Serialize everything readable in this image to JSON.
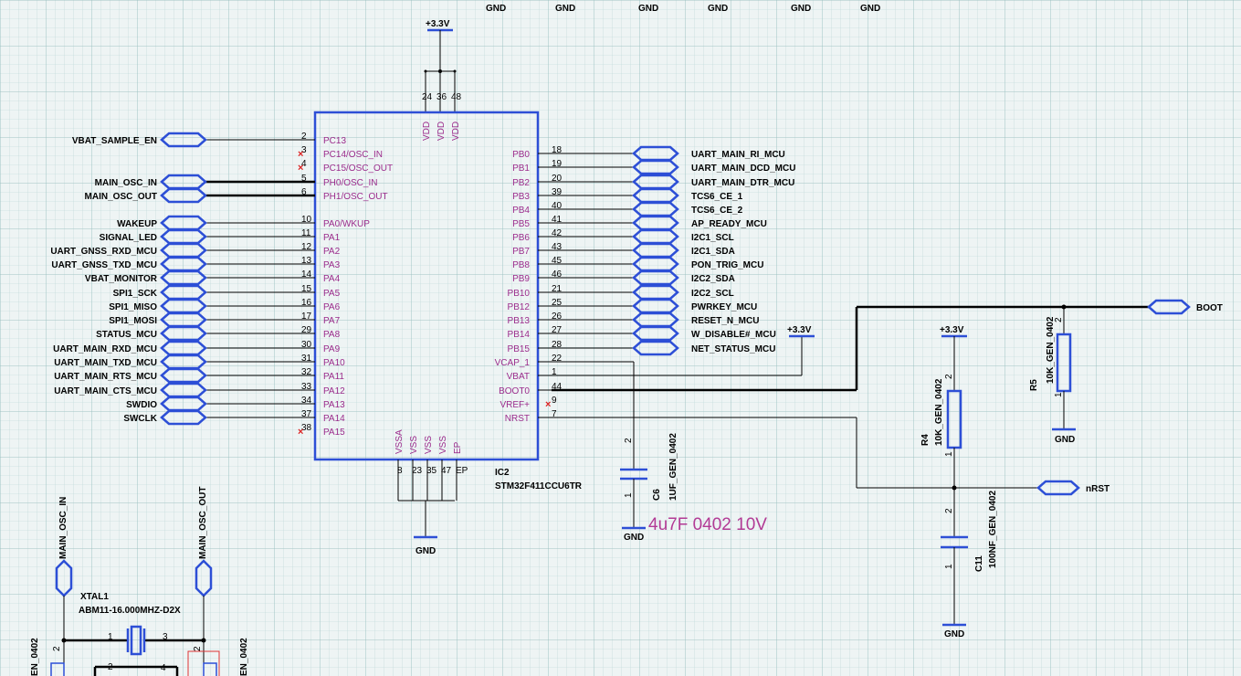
{
  "top_gnd": [
    "GND",
    "GND",
    "GND",
    "GND",
    "GND",
    "GND"
  ],
  "power": {
    "vdd_top": "+3.3V",
    "vbat": "+3.3V",
    "r4": "+3.3V"
  },
  "ic": {
    "ref": "IC2",
    "part": "STM32F411CCU6TR",
    "vdd_pins": [
      {
        "num": "24",
        "name": "VDD"
      },
      {
        "num": "36",
        "name": "VDD"
      },
      {
        "num": "48",
        "name": "VDD"
      }
    ],
    "gnd_pins": [
      {
        "num": "8",
        "name": "VSSA"
      },
      {
        "num": "23",
        "name": "VSS"
      },
      {
        "num": "35",
        "name": "VSS"
      },
      {
        "num": "47",
        "name": "VSS"
      },
      {
        "num": "EP",
        "name": "EP"
      }
    ],
    "gnd_label": "GND",
    "left_pins": [
      {
        "num": "2",
        "name": "PC13",
        "net": "VBAT_SAMPLE_EN",
        "port": true,
        "nc": false
      },
      {
        "num": "3",
        "name": "PC14/OSC_IN",
        "net": "",
        "port": false,
        "nc": true
      },
      {
        "num": "4",
        "name": "PC15/OSC_OUT",
        "net": "",
        "port": false,
        "nc": true
      },
      {
        "num": "5",
        "name": "PH0/OSC_IN",
        "net": "MAIN_OSC_IN",
        "port": true,
        "nc": false
      },
      {
        "num": "6",
        "name": "PH1/OSC_OUT",
        "net": "MAIN_OSC_OUT",
        "port": true,
        "nc": false
      },
      {
        "num": "10",
        "name": "PA0/WKUP",
        "net": "WAKEUP",
        "port": true,
        "nc": false
      },
      {
        "num": "11",
        "name": "PA1",
        "net": "SIGNAL_LED",
        "port": true,
        "nc": false
      },
      {
        "num": "12",
        "name": "PA2",
        "net": "UART_GNSS_RXD_MCU",
        "port": true,
        "nc": false
      },
      {
        "num": "13",
        "name": "PA3",
        "net": "UART_GNSS_TXD_MCU",
        "port": true,
        "nc": false
      },
      {
        "num": "14",
        "name": "PA4",
        "net": "VBAT_MONITOR",
        "port": true,
        "nc": false
      },
      {
        "num": "15",
        "name": "PA5",
        "net": "SPI1_SCK",
        "port": true,
        "nc": false
      },
      {
        "num": "16",
        "name": "PA6",
        "net": "SPI1_MISO",
        "port": true,
        "nc": false
      },
      {
        "num": "17",
        "name": "PA7",
        "net": "SPI1_MOSI",
        "port": true,
        "nc": false
      },
      {
        "num": "29",
        "name": "PA8",
        "net": "STATUS_MCU",
        "port": true,
        "nc": false
      },
      {
        "num": "30",
        "name": "PA9",
        "net": "UART_MAIN_RXD_MCU",
        "port": true,
        "nc": false
      },
      {
        "num": "31",
        "name": "PA10",
        "net": "UART_MAIN_TXD_MCU",
        "port": true,
        "nc": false
      },
      {
        "num": "32",
        "name": "PA11",
        "net": "UART_MAIN_RTS_MCU",
        "port": true,
        "nc": false
      },
      {
        "num": "33",
        "name": "PA12",
        "net": "UART_MAIN_CTS_MCU",
        "port": true,
        "nc": false
      },
      {
        "num": "34",
        "name": "PA13",
        "net": "SWDIO",
        "port": true,
        "nc": false
      },
      {
        "num": "37",
        "name": "PA14",
        "net": "SWCLK",
        "port": true,
        "nc": false
      },
      {
        "num": "38",
        "name": "PA15",
        "net": "",
        "port": false,
        "nc": true
      }
    ],
    "right_pins": [
      {
        "num": "18",
        "name": "PB0",
        "net": "UART_MAIN_RI_MCU",
        "port": true
      },
      {
        "num": "19",
        "name": "PB1",
        "net": "UART_MAIN_DCD_MCU",
        "port": true
      },
      {
        "num": "20",
        "name": "PB2",
        "net": "UART_MAIN_DTR_MCU",
        "port": true
      },
      {
        "num": "39",
        "name": "PB3",
        "net": "TCS6_CE_1",
        "port": true
      },
      {
        "num": "40",
        "name": "PB4",
        "net": "TCS6_CE_2",
        "port": true
      },
      {
        "num": "41",
        "name": "PB5",
        "net": "AP_READY_MCU",
        "port": true
      },
      {
        "num": "42",
        "name": "PB6",
        "net": "I2C1_SCL",
        "port": true
      },
      {
        "num": "43",
        "name": "PB7",
        "net": "I2C1_SDA",
        "port": true
      },
      {
        "num": "45",
        "name": "PB8",
        "net": "PON_TRIG_MCU",
        "port": true
      },
      {
        "num": "46",
        "name": "PB9",
        "net": "I2C2_SDA",
        "port": true
      },
      {
        "num": "21",
        "name": "PB10",
        "net": "I2C2_SCL",
        "port": true
      },
      {
        "num": "25",
        "name": "PB12",
        "net": "PWRKEY_MCU",
        "port": true
      },
      {
        "num": "26",
        "name": "PB13",
        "net": "RESET_N_MCU",
        "port": true
      },
      {
        "num": "27",
        "name": "PB14",
        "net": "W_DISABLE#_MCU",
        "port": true
      },
      {
        "num": "28",
        "name": "PB15",
        "net": "NET_STATUS_MCU",
        "port": true
      },
      {
        "num": "22",
        "name": "VCAP_1",
        "net": "",
        "port": false
      },
      {
        "num": "1",
        "name": "VBAT",
        "net": "",
        "port": false
      },
      {
        "num": "44",
        "name": "BOOT0",
        "net": "",
        "port": false
      },
      {
        "num": "9",
        "name": "VREF+",
        "net": "",
        "port": false
      },
      {
        "num": "7",
        "name": "NRST",
        "net": "",
        "port": false
      }
    ]
  },
  "c6": {
    "ref": "C6",
    "value": "1UF_GEN_0402",
    "pin_top": "2",
    "pin_bot": "1",
    "gnd": "GND",
    "note": "4u7F 0402 10V"
  },
  "r4": {
    "ref": "R4",
    "value": "10K_GEN_0402",
    "pin_top": "2",
    "pin_bot": "1"
  },
  "r5": {
    "ref": "R5",
    "value": "10K_GEN_0402",
    "pin_top": "2",
    "pin_bot": "1",
    "gnd": "GND"
  },
  "c11": {
    "ref": "C11",
    "value": "100NF_GEN_0402",
    "pin_top": "2",
    "pin_bot": "1",
    "gnd": "GND"
  },
  "ports": {
    "boot": "BOOT",
    "nrst": "nRST"
  },
  "xtal": {
    "ref": "XTAL1",
    "part": "ABM11-16.000MHZ-D2X",
    "pin1": "1",
    "pin2": "2",
    "pin3": "3",
    "pin4": "4",
    "net_in": "MAIN_OSC_IN",
    "net_out": "MAIN_OSC_OUT",
    "cap_left_pin": "2",
    "cap_right_pin": "2",
    "cap_left_value": "EN_0402",
    "cap_right_value": "EN_0402"
  }
}
